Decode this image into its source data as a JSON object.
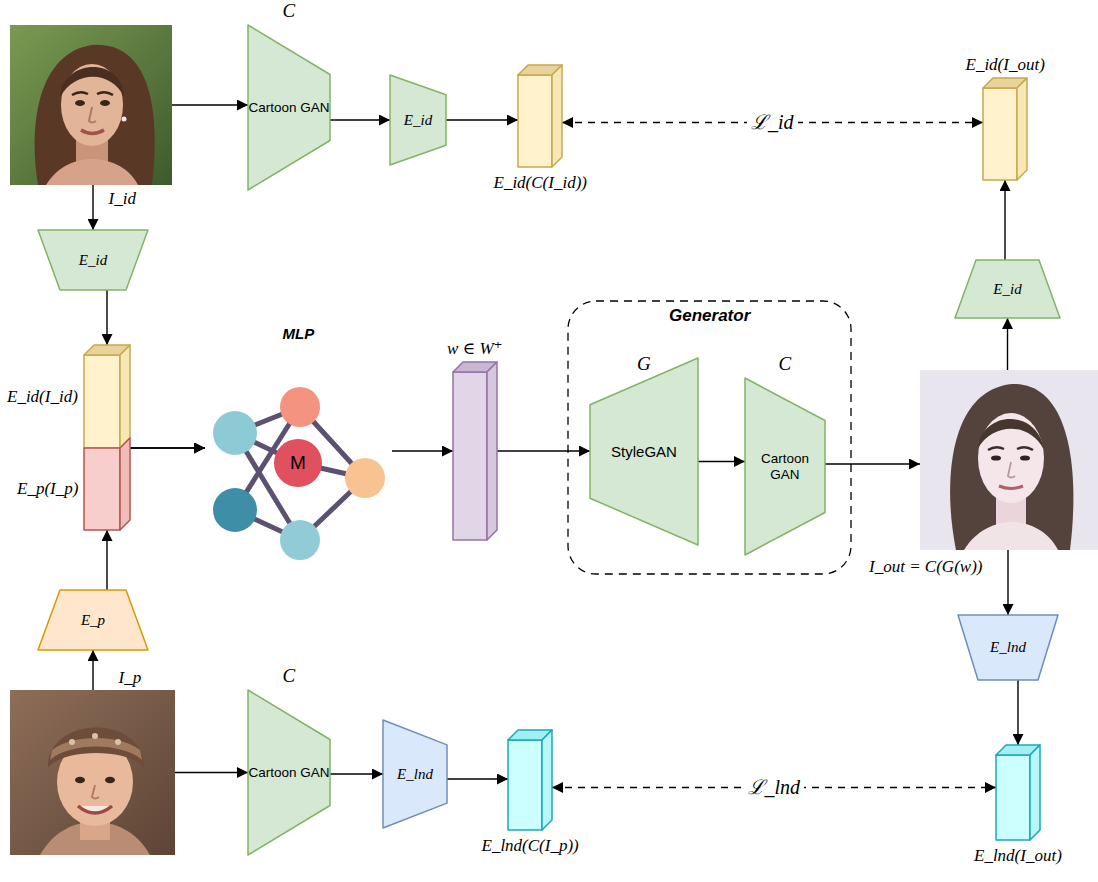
{
  "diagram": {
    "nodes": [
      {
        "text": [
          "I_id"
        ]
      },
      {
        "text": [
          "C",
          "Cartoon GAN"
        ]
      },
      {
        "text": [
          "E_id"
        ]
      },
      {
        "text": [
          "E_id(C(I_id))"
        ]
      },
      {
        "text": [
          "E_id(I_out)"
        ]
      },
      {
        "text": [
          "E_id"
        ]
      },
      {
        "text": [
          "E_id"
        ]
      },
      {
        "text": [
          "E_id(I_id)"
        ]
      },
      {
        "text": [
          "E_p(I_p)"
        ]
      },
      {
        "text": [
          "MLP",
          "M"
        ]
      },
      {
        "text": [
          "w ∈ W⁺"
        ]
      },
      {
        "text": [
          "Generator"
        ]
      },
      {
        "text": [
          "G",
          "StyleGAN"
        ],
        "in": 11
      },
      {
        "text": [
          "C",
          "Cartoon GAN"
        ],
        "in": 11
      },
      {
        "text": [
          "I_out = C(G(w))"
        ]
      },
      {
        "text": [
          "E_p"
        ]
      },
      {
        "text": [
          "E_lnd"
        ]
      },
      {
        "text": [
          "I_p"
        ]
      },
      {
        "text": [
          "C",
          "Cartoon GAN"
        ]
      },
      {
        "text": [
          "E_lnd"
        ]
      },
      {
        "text": [
          "E_lnd(C(I_p))"
        ]
      },
      {
        "text": [
          "E_lnd(I_out)"
        ]
      }
    ],
    "edges": [
      {
        "from": 0,
        "to": 1,
        "arrow": "to"
      },
      {
        "from": 1,
        "to": 2,
        "arrow": "to"
      },
      {
        "from": 2,
        "to": 3,
        "arrow": "to"
      },
      {
        "from": 3,
        "to": 4,
        "arrow": "both",
        "label": "ℒ_id"
      },
      {
        "from": 0,
        "to": 5,
        "arrow": "to"
      },
      {
        "from": 5,
        "to": 7,
        "arrow": "to"
      },
      {
        "from": 17,
        "to": 15,
        "arrow": "to"
      },
      {
        "from": 15,
        "to": 8,
        "arrow": "to"
      },
      {
        "from": 7,
        "to": 9,
        "arrow": "to"
      },
      {
        "from": 8,
        "to": 9,
        "arrow": "to"
      },
      {
        "from": 9,
        "to": 10,
        "arrow": "to"
      },
      {
        "from": 10,
        "to": 12,
        "arrow": "to"
      },
      {
        "from": 12,
        "to": 13,
        "arrow": "to"
      },
      {
        "from": 13,
        "to": 14,
        "arrow": "to"
      },
      {
        "from": 14,
        "to": 6,
        "arrow": "to"
      },
      {
        "from": 6,
        "to": 4,
        "arrow": "to"
      },
      {
        "from": 14,
        "to": 16,
        "arrow": "to"
      },
      {
        "from": 16,
        "to": 21,
        "arrow": "to"
      },
      {
        "from": 17,
        "to": 18,
        "arrow": "to"
      },
      {
        "from": 18,
        "to": 19,
        "arrow": "to"
      },
      {
        "from": 19,
        "to": 20,
        "arrow": "to"
      },
      {
        "from": 20,
        "to": 21,
        "arrow": "both",
        "label": "ℒ_lnd"
      }
    ]
  }
}
